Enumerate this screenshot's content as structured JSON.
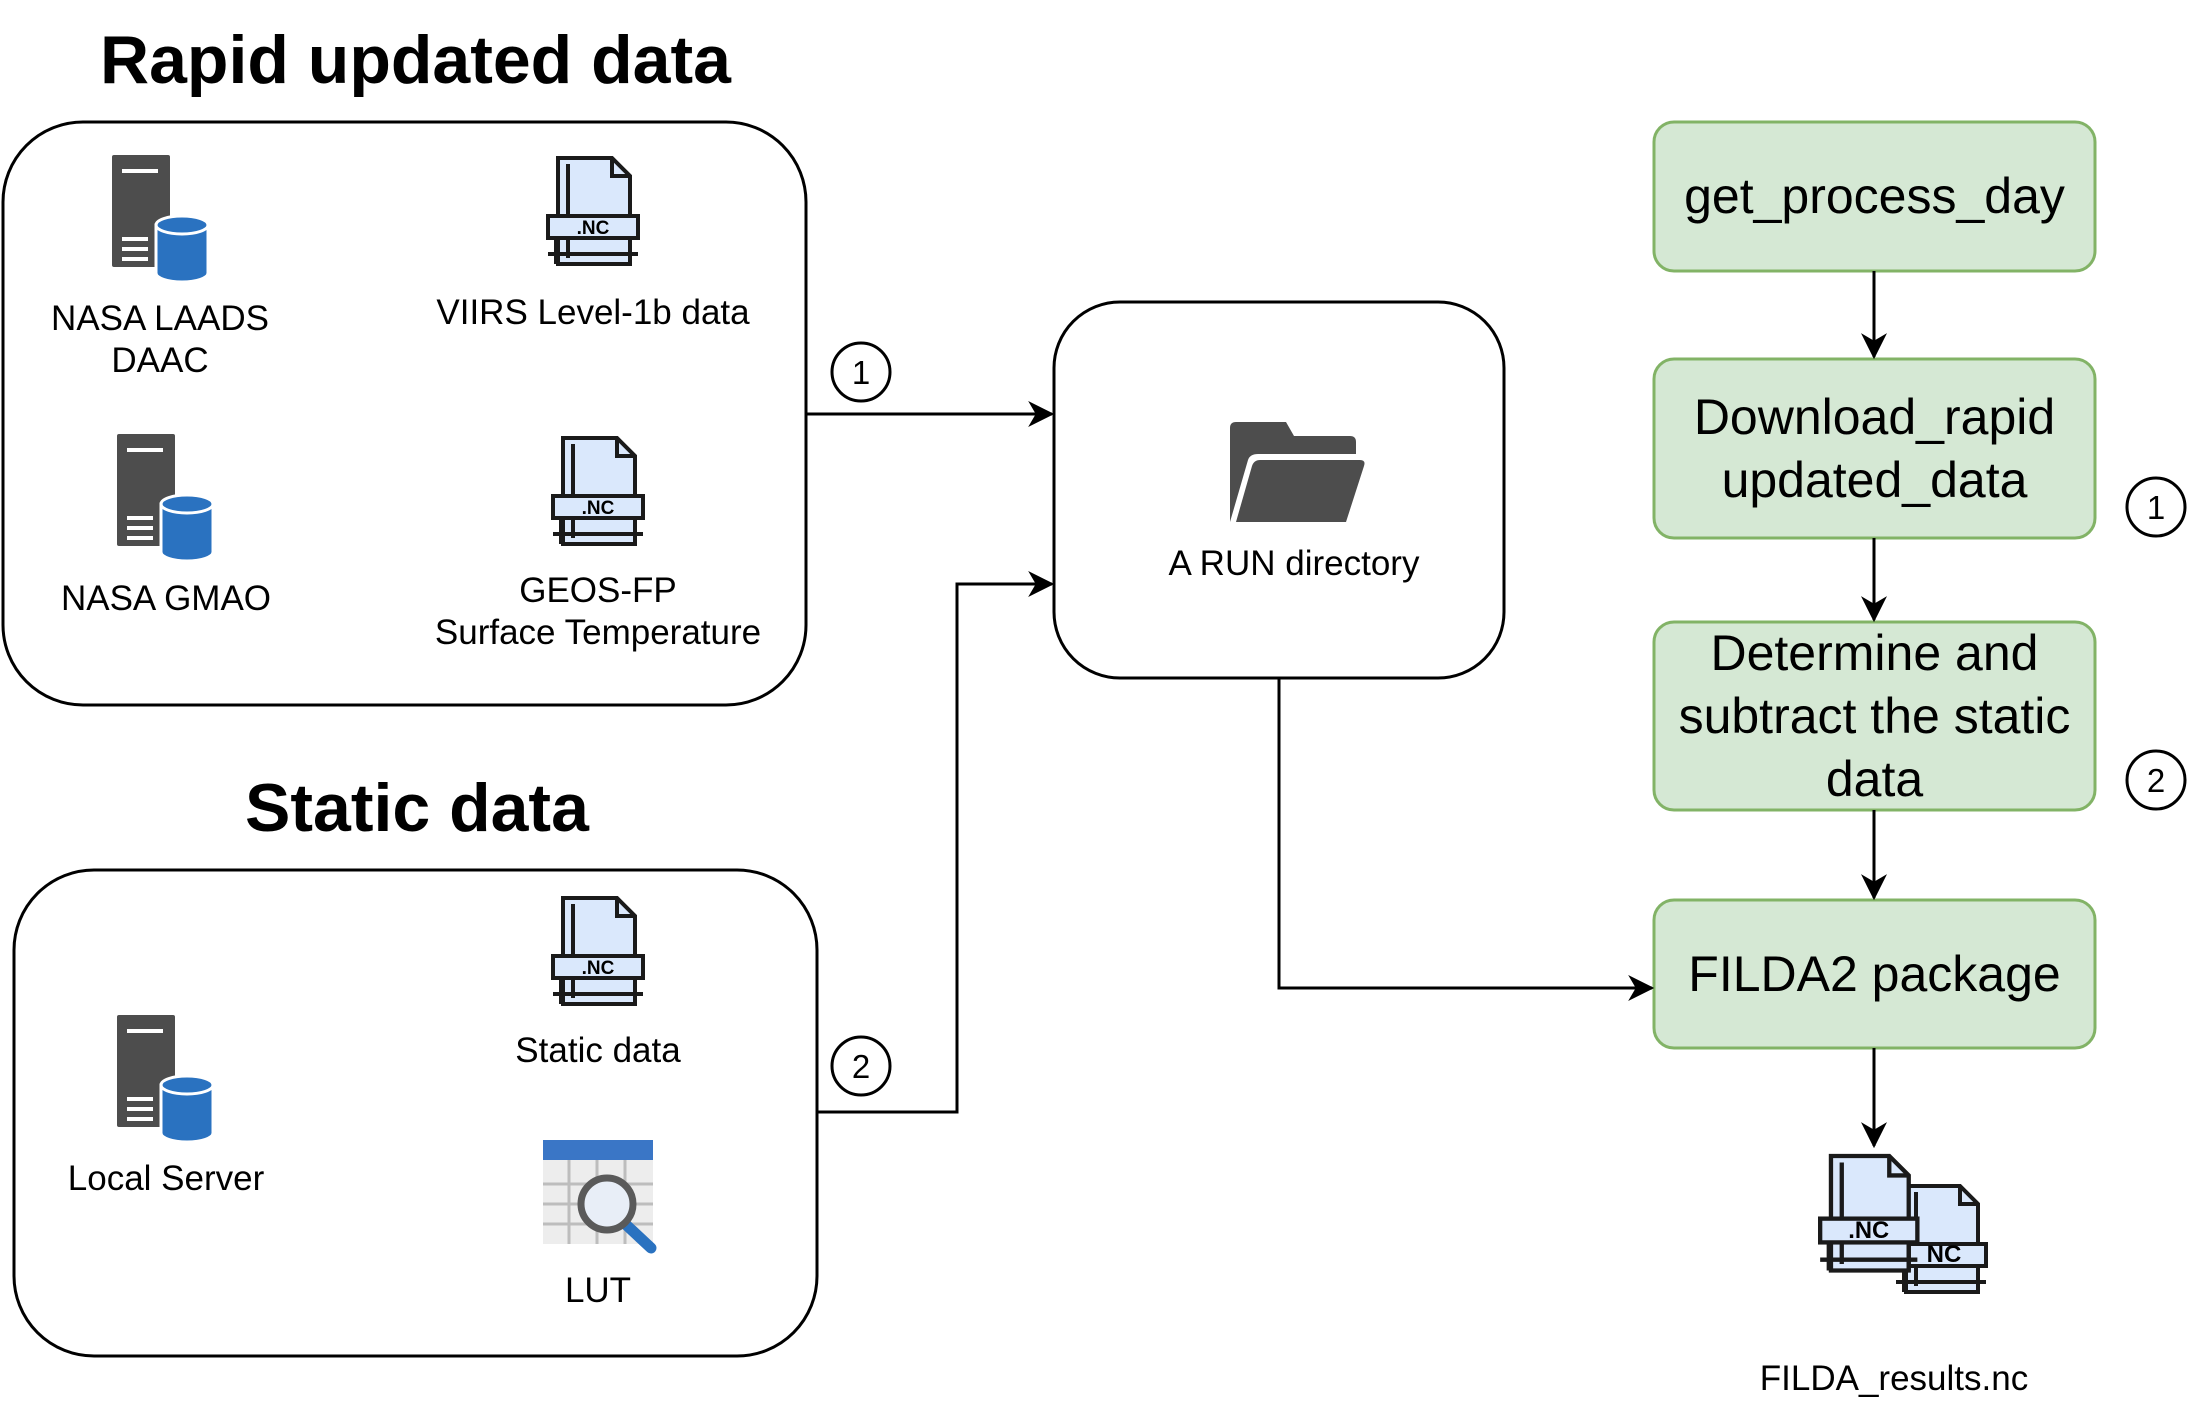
{
  "sections": {
    "rapid_title": "Rapid updated data",
    "static_title": "Static data"
  },
  "rapid_sources": {
    "laads": [
      "NASA LAADS",
      "DAAC"
    ],
    "viirs": [
      "VIIRS Level-1b data"
    ],
    "gmao": [
      "NASA GMAO"
    ],
    "geos": [
      "GEOS-FP",
      "Surface Temperature"
    ]
  },
  "static_sources": {
    "local_server": [
      "Local Server"
    ],
    "static_file": [
      "Static data"
    ],
    "lut": [
      "LUT"
    ]
  },
  "run_directory": {
    "label": "A RUN directory"
  },
  "file_badge": ".NC",
  "markers": {
    "one": "1",
    "two": "2"
  },
  "steps": [
    {
      "lines": [
        "get_process_day"
      ],
      "marker": ""
    },
    {
      "lines": [
        "Download_rapid",
        "updated_data"
      ],
      "marker": "1"
    },
    {
      "lines": [
        "Determine and",
        "subtract the static",
        "data"
      ],
      "marker": "2"
    },
    {
      "lines": [
        "FILDA2 package"
      ],
      "marker": ""
    }
  ],
  "output": {
    "label": "FILDA_results.nc",
    "badge_front": ".NC",
    "badge_back": "NC"
  },
  "colors": {
    "step_fill": "#d5e8d4",
    "step_stroke": "#82b366",
    "file_fill": "#dae8fc",
    "server_dark": "#4d4d4d",
    "database_blue": "#2a72c0",
    "folder_dark": "#4d4d4d",
    "line": "#000000"
  },
  "icons": {
    "server": "server-database-icon",
    "file": "nc-file-icon",
    "folder": "folder-icon",
    "lut": "spreadsheet-search-icon",
    "output": "nc-files-stack-icon"
  }
}
